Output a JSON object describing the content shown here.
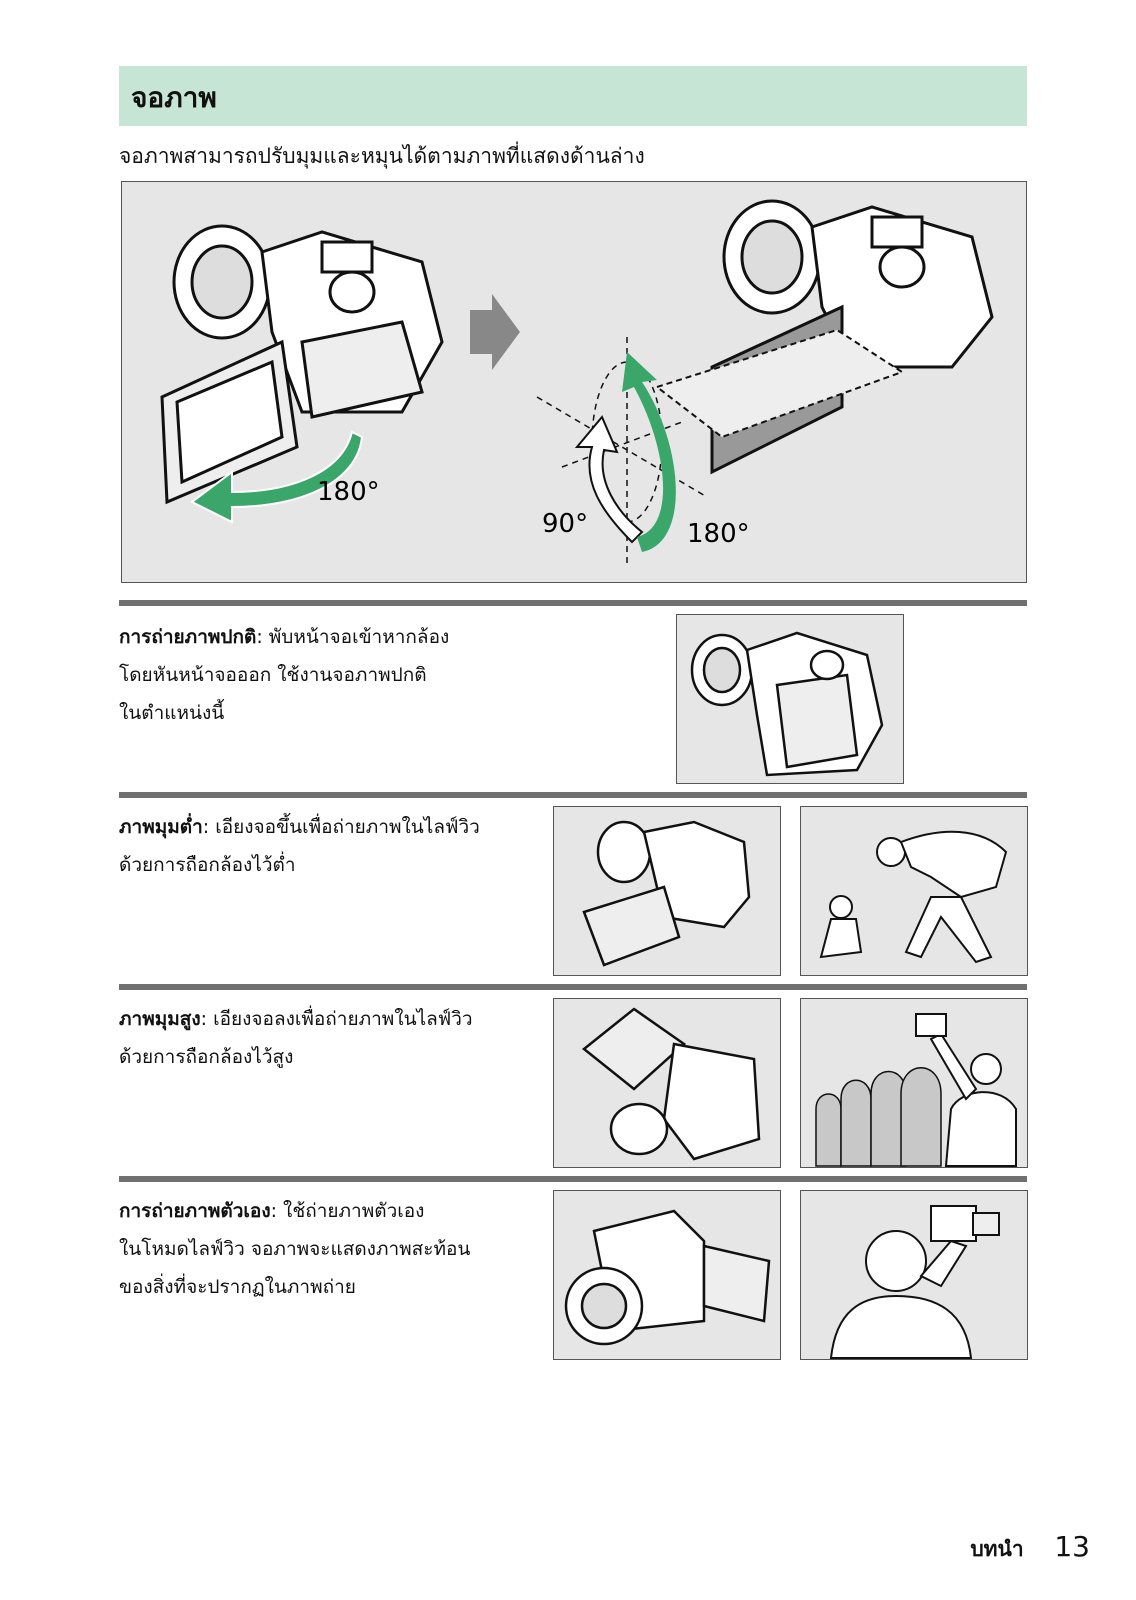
{
  "title": "จอภาพ",
  "intro": "จอภาพสามารถปรับมุมและหมุนได้ตามภาพที่แสดงด้านล่าง",
  "figure_labels": {
    "rot_left": "180°",
    "rot_90": "90°",
    "rot_180": "180°"
  },
  "sections": [
    {
      "heading": "การถ่ายภาพปกติ",
      "text": "พับหน้าจอเข้าหากล้อง",
      "lines": [
        "โดยหันหน้าจอออก ใช้งานจอภาพปกติ",
        "ในตำแหน่งนี้"
      ]
    },
    {
      "heading": "ภาพมุมต่ำ",
      "text": "เอียงจอขึ้นเพื่อถ่ายภาพในไลฟ์วิว",
      "lines": [
        "ด้วยการถือกล้องไว้ต่ำ"
      ]
    },
    {
      "heading": "ภาพมุมสูง",
      "text": "เอียงจอลงเพื่อถ่ายภาพในไลฟ์วิว",
      "lines": [
        "ด้วยการถือกล้องไว้สูง"
      ]
    },
    {
      "heading": "การถ่ายภาพตัวเอง",
      "text": "ใช้ถ่ายภาพตัวเอง",
      "lines": [
        "ในโหมดไลฟ์วิว จอภาพจะแสดงภาพสะท้อน",
        "ของสิ่งที่จะปรากฏในภาพถ่าย"
      ]
    }
  ],
  "footer": {
    "section": "บทนำ",
    "page": "13"
  },
  "colors": {
    "accent_bar": "#c6e5d5",
    "arrow_green": "#3aa66a"
  }
}
